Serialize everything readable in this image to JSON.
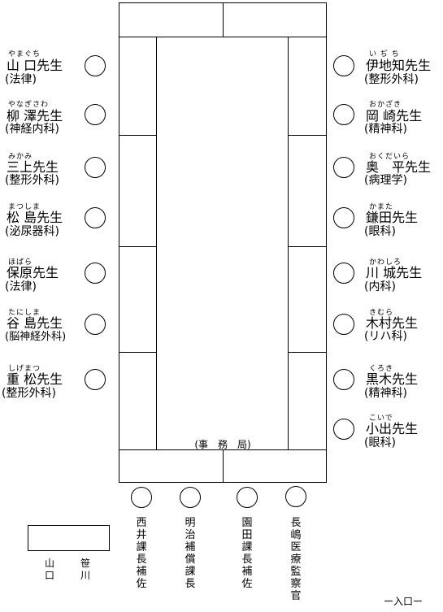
{
  "left_attendees": [
    {
      "ruby": "やまぐち",
      "name": "山 口先生",
      "dept": "(法律)"
    },
    {
      "ruby": "やなぎさわ",
      "name": "柳 澤先生",
      "dept": "(神経内科)"
    },
    {
      "ruby": "みかみ",
      "name": "三上先生",
      "dept": "(整形外科)"
    },
    {
      "ruby": "まつしま",
      "name": "松 島先生",
      "dept": "(泌尿器科)"
    },
    {
      "ruby": "ほばら",
      "name": "保原先生",
      "dept": "(法律)"
    },
    {
      "ruby": "たにしま",
      "name": "谷 島先生",
      "dept": "(脳神経外科)"
    },
    {
      "ruby": "しげまつ",
      "name": "重 松先生",
      "dept": "(整形外科)"
    }
  ],
  "right_attendees": [
    {
      "ruby": "い ぢ ち",
      "name": "伊地知先生",
      "dept": "(整形外科)"
    },
    {
      "ruby": "おかざき",
      "name": "岡 崎先生",
      "dept": "(精神科)"
    },
    {
      "ruby": "おくだいら",
      "name": "奥　平先生",
      "dept": "(病理学)"
    },
    {
      "ruby": "かまた",
      "name": "鎌田先生",
      "dept": "(眼科)"
    },
    {
      "ruby": "かわしろ",
      "name": "川 城先生",
      "dept": "(内科)"
    },
    {
      "ruby": "きむら",
      "name": "木村先生",
      "dept": "(リハ科)"
    },
    {
      "ruby": "くろき",
      "name": "黒木先生",
      "dept": "(精神科)"
    },
    {
      "ruby": "こいで",
      "name": "小出先生",
      "dept": "(眼科)"
    }
  ],
  "secretariat_label": "(事　務　局)",
  "bottom_staff": [
    {
      "title": "西井課長補佐"
    },
    {
      "title": "明治補償課長"
    },
    {
      "title": "園田課長補佐"
    },
    {
      "title": "長嶋医療監察官"
    }
  ],
  "side_desk_names": [
    {
      "name": "山口"
    },
    {
      "name": "笹川"
    }
  ],
  "entrance_label": "ー入口ー"
}
